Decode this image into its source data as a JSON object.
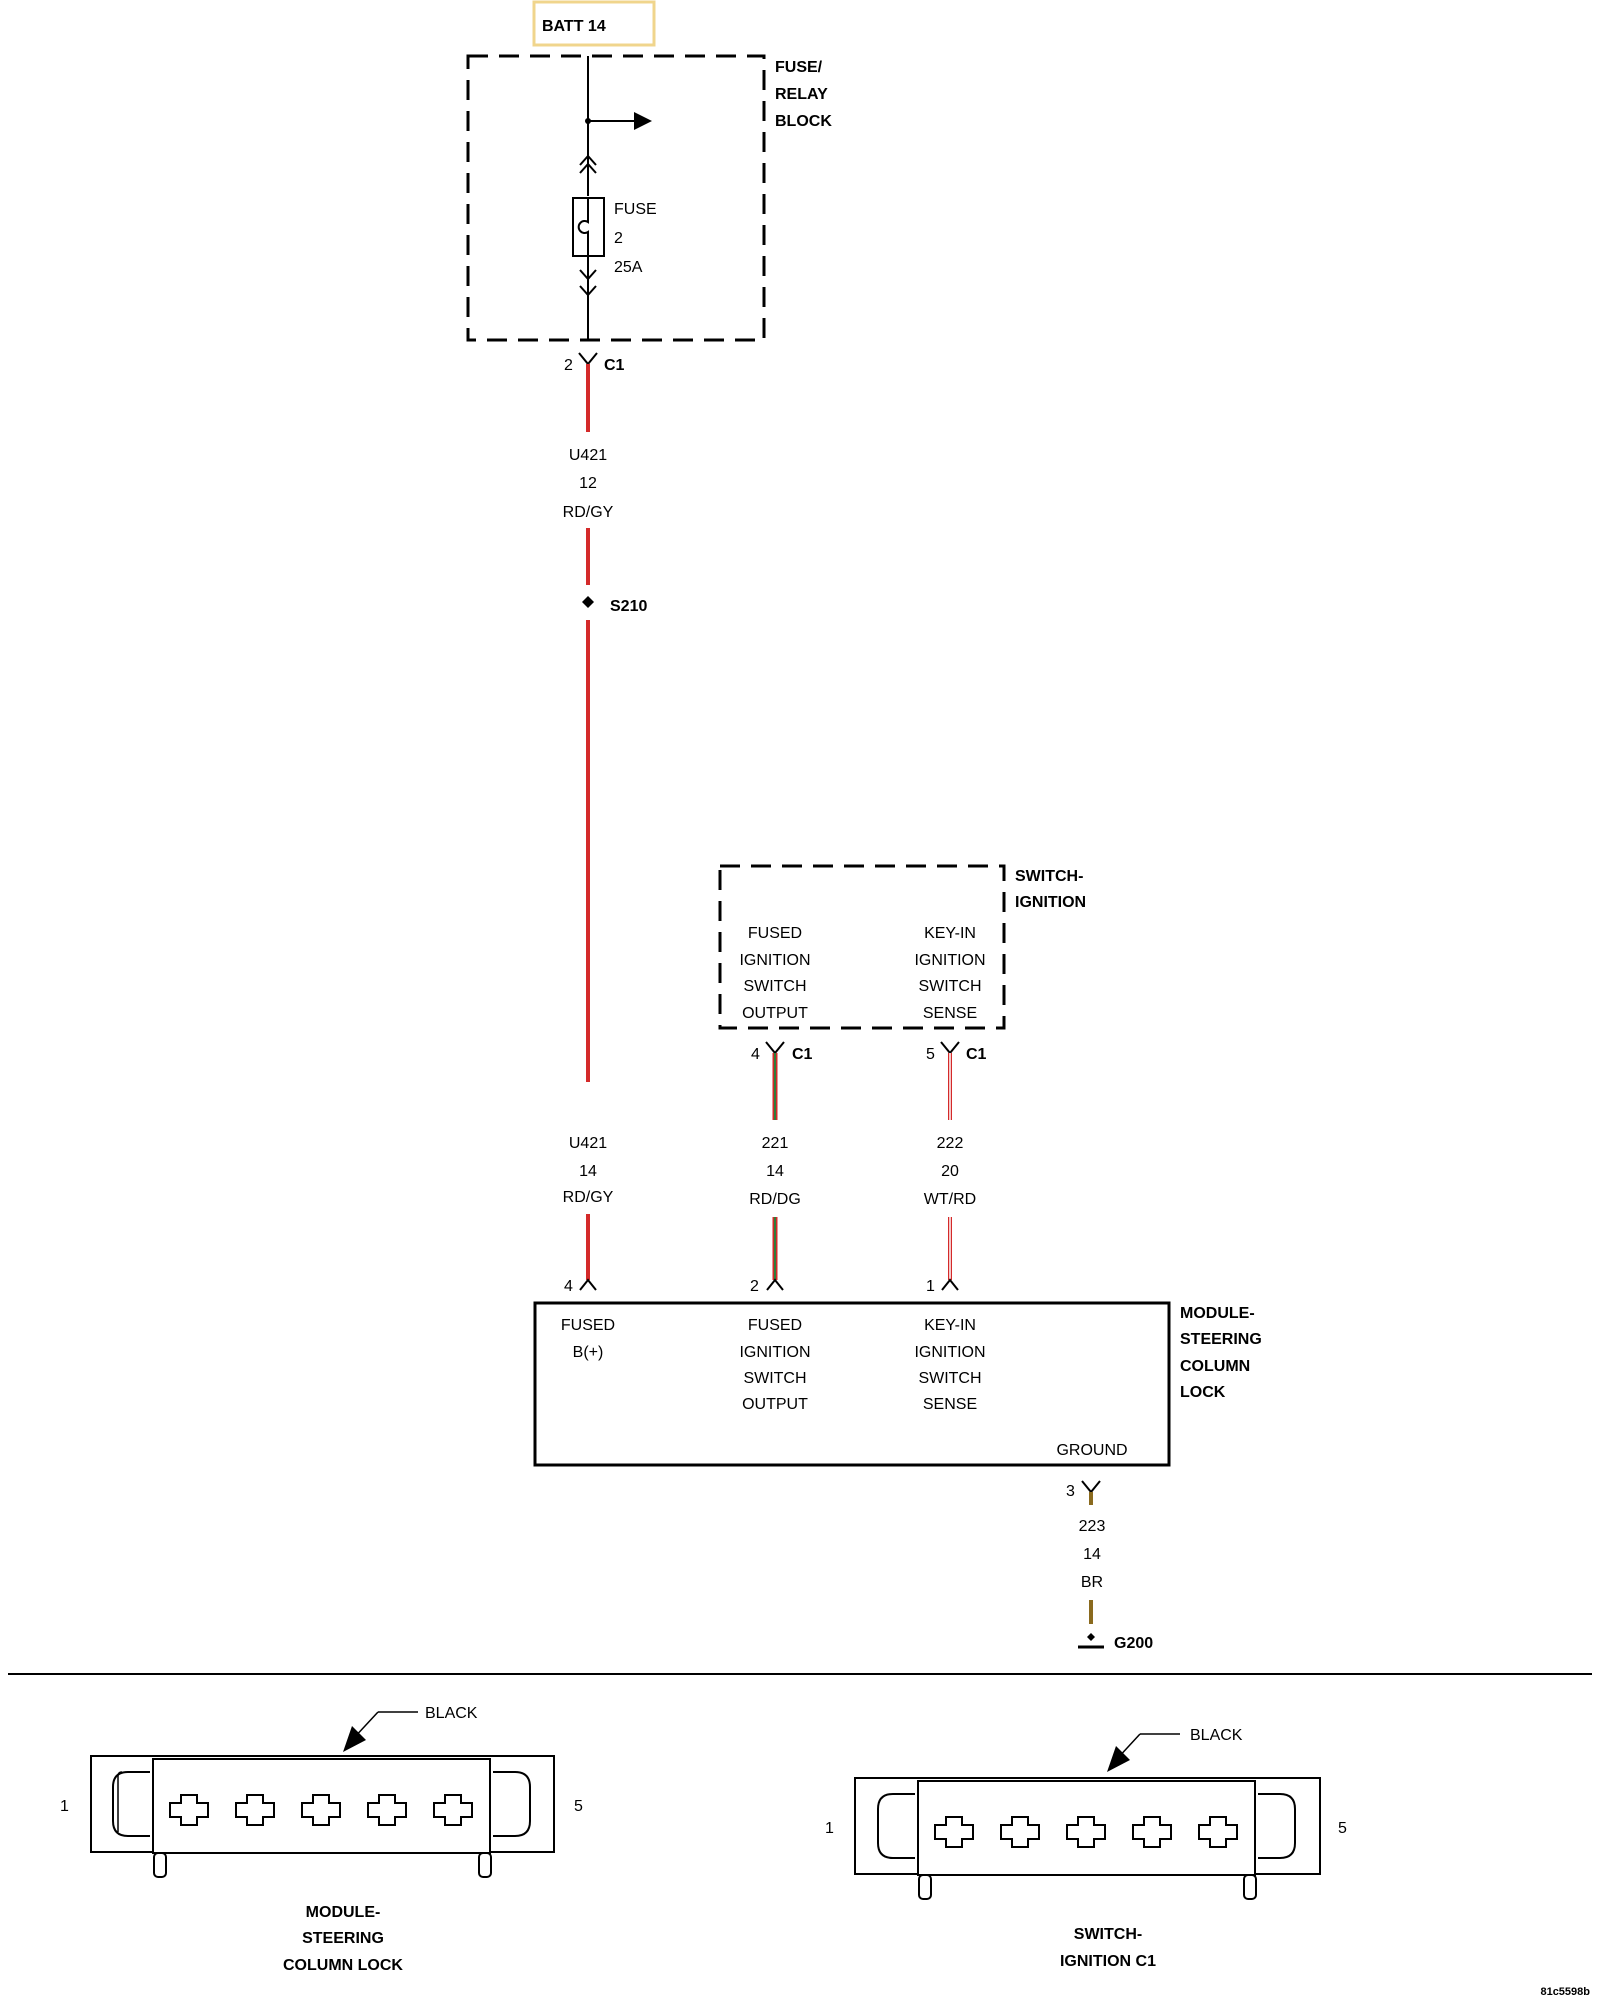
{
  "source": {
    "label": "BATT 14"
  },
  "fuse_block": {
    "title_lines": [
      "FUSE/",
      "RELAY",
      "BLOCK"
    ],
    "fuse_lines": [
      "FUSE",
      "2",
      "25A"
    ]
  },
  "c1_top": {
    "pin": "2",
    "connector": "C1"
  },
  "wire_u421_upper": {
    "circuit": "U421",
    "gauge": "12",
    "color": "RD/GY"
  },
  "splice": {
    "label": "S210"
  },
  "switch_ignition": {
    "title_lines": [
      "SWITCH-",
      "IGNITION"
    ],
    "left_function": [
      "FUSED",
      "IGNITION",
      "SWITCH",
      "OUTPUT"
    ],
    "right_function": [
      "KEY-IN",
      "IGNITION",
      "SWITCH",
      "SENSE"
    ],
    "left_pin": "4",
    "left_connector": "C1",
    "right_pin": "5",
    "right_connector": "C1"
  },
  "wires_lower": [
    {
      "circuit": "U421",
      "gauge": "14",
      "color": "RD/GY"
    },
    {
      "circuit": "221",
      "gauge": "14",
      "color": "RD/DG"
    },
    {
      "circuit": "222",
      "gauge": "20",
      "color": "WT/RD"
    }
  ],
  "module": {
    "title_lines": [
      "MODULE-",
      "STEERING",
      "COLUMN",
      "LOCK"
    ],
    "pins": [
      "4",
      "2",
      "1",
      "3"
    ],
    "functions": [
      [
        "FUSED",
        "B(+)"
      ],
      [
        "FUSED",
        "IGNITION",
        "SWITCH",
        "OUTPUT"
      ],
      [
        "KEY-IN",
        "IGNITION",
        "SWITCH",
        "SENSE"
      ]
    ],
    "ground_label": "GROUND"
  },
  "ground_wire": {
    "circuit": "223",
    "gauge": "14",
    "color": "BR"
  },
  "ground_point": {
    "label": "G200"
  },
  "connector_views": [
    {
      "color_label": "BLACK",
      "pin_first": "1",
      "pin_last": "5",
      "title_lines": [
        "MODULE-",
        "STEERING",
        "COLUMN LOCK"
      ]
    },
    {
      "color_label": "BLACK",
      "pin_first": "1",
      "pin_last": "5",
      "title_lines": [
        "SWITCH-",
        "IGNITION C1"
      ]
    }
  ],
  "figure_id": "81c5598b",
  "wire_colors": {
    "red": "#d42a2a",
    "green": "#2f7d3a",
    "brown": "#8a6a1e",
    "white": "#ffffff",
    "source_box": "#f0d58c"
  }
}
